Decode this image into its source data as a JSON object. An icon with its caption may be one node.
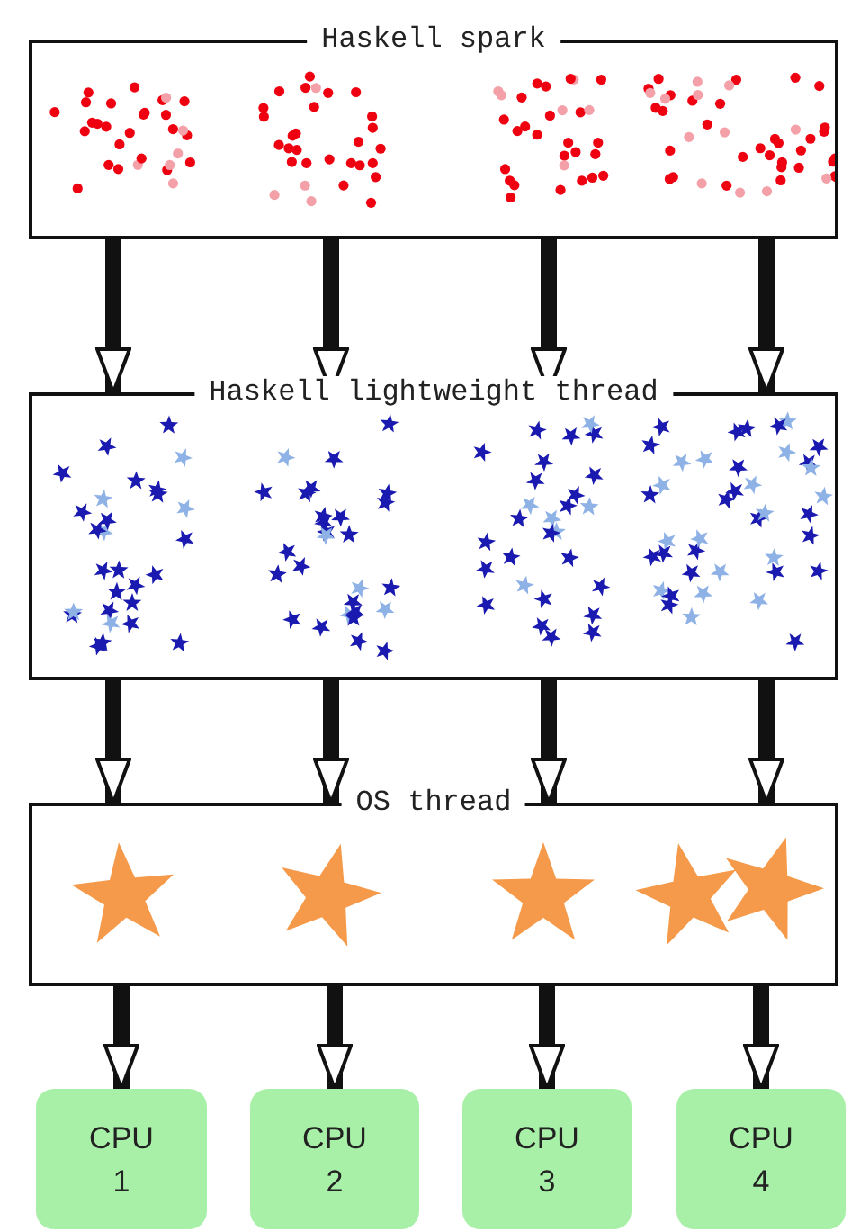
{
  "diagram": {
    "nodes": [
      {
        "text": [
          "Haskell spark"
        ]
      },
      {
        "text": [
          "Haskell lightweight thread"
        ]
      },
      {
        "text": [
          "OS thread"
        ]
      },
      {
        "text": [
          "CPU 1"
        ]
      },
      {
        "text": [
          "CPU 2"
        ]
      },
      {
        "text": [
          "CPU 3"
        ]
      },
      {
        "text": [
          "CPU 4"
        ]
      }
    ],
    "edges": [
      {
        "from": 0,
        "to": 1,
        "arrow": "to"
      },
      {
        "from": 0,
        "to": 1,
        "arrow": "to"
      },
      {
        "from": 0,
        "to": 1,
        "arrow": "to"
      },
      {
        "from": 0,
        "to": 1,
        "arrow": "to"
      },
      {
        "from": 1,
        "to": 2,
        "arrow": "to"
      },
      {
        "from": 1,
        "to": 2,
        "arrow": "to"
      },
      {
        "from": 1,
        "to": 2,
        "arrow": "to"
      },
      {
        "from": 1,
        "to": 2,
        "arrow": "to"
      },
      {
        "from": 2,
        "to": 3,
        "arrow": "to"
      },
      {
        "from": 2,
        "to": 4,
        "arrow": "to"
      },
      {
        "from": 2,
        "to": 5,
        "arrow": "to"
      },
      {
        "from": 2,
        "to": 6,
        "arrow": "to"
      }
    ]
  }
}
